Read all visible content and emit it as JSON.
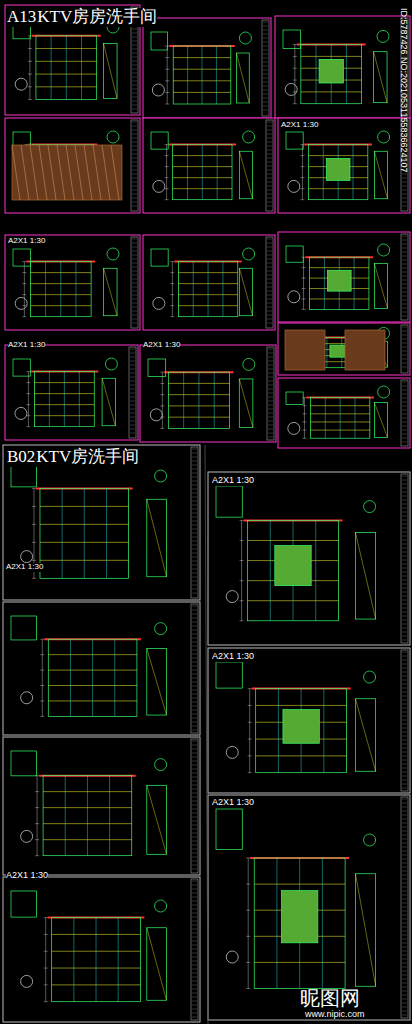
{
  "diagram": {
    "labels": [
      "A13",
      "KTV房房洗手间",
      "A2X1 1:30",
      "A2X1 1:30",
      "A2X1 1:30",
      "A2X1 1:30",
      "B02",
      "KTV房洗手间",
      "A2X1 1:30",
      "A2X1 1:30",
      "A2X1 1:30",
      "A2X1 1:30",
      "A2X1 1:30",
      "ID:5787426 NO:20210531155836624107",
      "昵图网",
      "www.nipic.com"
    ]
  }
}
